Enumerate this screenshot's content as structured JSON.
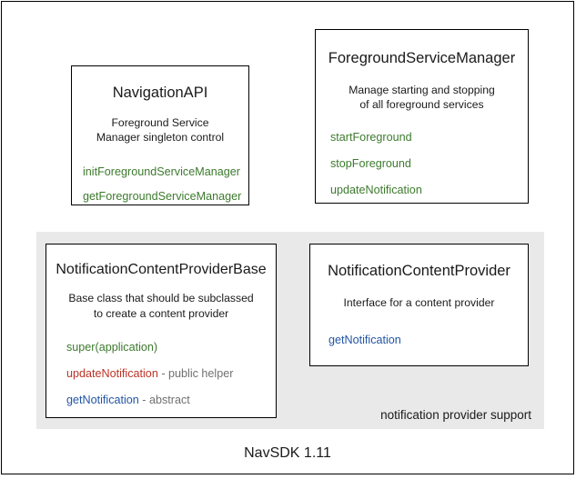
{
  "diagram": {
    "footer_caption": "NavSDK 1.11",
    "group_region": {
      "label": "notification provider support",
      "background_color": "#e9e9e9"
    },
    "colors": {
      "green": "#3d7a2e",
      "red": "#bb3326",
      "blue": "#2255a4",
      "note_gray": "#707070",
      "text": "#1a1a1a",
      "border": "#000000"
    },
    "boxes": [
      {
        "id": "navigation-api",
        "title": "NavigationAPI",
        "description_lines": [
          "Foreground Service",
          "Manager singleton control"
        ],
        "members": [
          {
            "name": "initForegroundServiceManager",
            "color": "green",
            "note": ""
          },
          {
            "name": "getForegroundServiceManager",
            "color": "green",
            "note": ""
          }
        ]
      },
      {
        "id": "foreground-service-manager",
        "title": "ForegroundServiceManager",
        "description_lines": [
          "Manage starting and stopping",
          "of all foreground services"
        ],
        "members": [
          {
            "name": "startForeground",
            "color": "green",
            "note": ""
          },
          {
            "name": "stopForeground",
            "color": "green",
            "note": ""
          },
          {
            "name": "updateNotification",
            "color": "green",
            "note": ""
          }
        ]
      },
      {
        "id": "notification-content-provider-base",
        "title": "NotificationContentProviderBase",
        "description_lines": [
          "Base class that should be subclassed",
          "to create a content provider"
        ],
        "members": [
          {
            "name": "super(application)",
            "color": "green",
            "note": ""
          },
          {
            "name": "updateNotification",
            "color": "red",
            "note": " - public helper"
          },
          {
            "name": "getNotification",
            "color": "blue",
            "note": " - abstract"
          }
        ]
      },
      {
        "id": "notification-content-provider",
        "title": "NotificationContentProvider",
        "description_lines": [
          "Interface for a content provider"
        ],
        "members": [
          {
            "name": "getNotification",
            "color": "blue",
            "note": ""
          }
        ]
      }
    ]
  }
}
